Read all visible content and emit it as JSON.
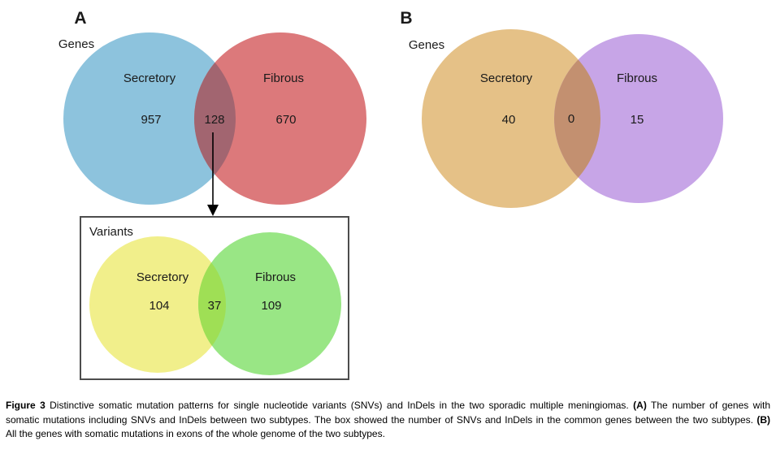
{
  "figure": {
    "panel_a": {
      "label": "A",
      "genes_venn": {
        "title": "Genes",
        "left_name": "Secretory",
        "left_value": "957",
        "right_name": "Fibrous",
        "right_value": "670",
        "overlap_value": "128"
      },
      "variants_venn": {
        "title": "Variants",
        "left_name": "Secretory",
        "left_value": "104",
        "right_name": "Fibrous",
        "right_value": "109",
        "overlap_value": "37"
      }
    },
    "panel_b": {
      "label": "B",
      "genes_venn": {
        "title": "Genes",
        "left_name": "Secretory",
        "left_value": "40",
        "right_name": "Fibrous",
        "right_value": "15",
        "overlap_value": "0"
      }
    }
  },
  "colors": {
    "a_left": "#8dc3dd",
    "a_right": "#dc797b",
    "a_overlap": "#a26570",
    "variants_left": "#f1ef8b",
    "variants_right": "#99e685",
    "variants_overlap": "#9fdf55",
    "b_left": "#e5c187",
    "b_right": "#c7a5e7",
    "b_overlap": "#c39070",
    "box_border": "#4d4d4d",
    "arrow": "#000000"
  },
  "caption": {
    "lines": [
      {
        "segments": [
          {
            "text": "Figure 3",
            "bold": true
          },
          {
            "text": " Distinctive somatic mutation patterns for single nucleotide variants (SNVs) and InDels in the two sporadic multiple meningiomas. ",
            "bold": false
          },
          {
            "text": "(A)",
            "bold": true
          },
          {
            "text": " The number of genes with",
            "bold": false
          }
        ]
      },
      {
        "segments": [
          {
            "text": "somatic mutations including SNVs and InDels between two subtypes. The box showed the number of SNVs and InDels in the common genes between the two subtypes. ",
            "bold": false
          },
          {
            "text": "(B)",
            "bold": true
          }
        ]
      },
      {
        "segments": [
          {
            "text": "All the genes with somatic mutations in exons of the whole genome of the two subtypes.",
            "bold": false
          }
        ]
      }
    ]
  }
}
